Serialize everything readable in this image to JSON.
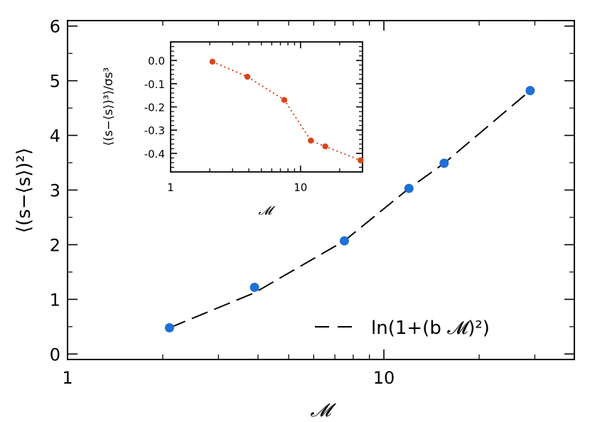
{
  "chart_data": [
    {
      "type": "scatter",
      "xscale": "log",
      "xlim": [
        1,
        40
      ],
      "ylim": [
        -0.1,
        6.1
      ],
      "xlabel": "𝓜",
      "ylabel": "⟨(s−⟨s⟩)²⟩",
      "xticks": [
        1,
        10
      ],
      "xtick_labels": [
        "1",
        "10"
      ],
      "yticks": [
        0,
        1,
        2,
        3,
        4,
        5,
        6
      ],
      "ytick_labels": [
        "0",
        "1",
        "2",
        "3",
        "4",
        "5",
        "6"
      ],
      "grid": false,
      "legend_position": "bottom-right",
      "series": [
        {
          "kind": "points",
          "color": "#1f6fd6",
          "x": [
            2.1,
            3.9,
            7.5,
            12,
            15.5,
            29
          ],
          "y": [
            0.48,
            1.22,
            2.07,
            3.03,
            3.49,
            4.82
          ]
        },
        {
          "name": "ln(1+(b 𝓜)²)",
          "kind": "dashed-line",
          "color": "#000000",
          "x": [
            2.1,
            3.9,
            7.5,
            12,
            15.5,
            29
          ],
          "y": [
            0.48,
            1.12,
            2.07,
            3.03,
            3.49,
            4.82
          ]
        }
      ]
    },
    {
      "type": "line",
      "xscale": "log",
      "xlim": [
        1,
        30
      ],
      "ylim": [
        -0.48,
        0.08
      ],
      "xlabel": "𝓜",
      "ylabel": "⟨(s−⟨s⟩)³⟩/σs³",
      "xticks": [
        1,
        10
      ],
      "xtick_labels": [
        "1",
        "10"
      ],
      "yticks": [
        0.0,
        -0.1,
        -0.2,
        -0.3,
        -0.4
      ],
      "ytick_labels": [
        "0.0",
        "-0.1",
        "-0.2",
        "-0.3",
        "-0.4"
      ],
      "grid": false,
      "series": [
        {
          "kind": "dotted-points",
          "color": "#d9441a",
          "x": [
            2.1,
            3.9,
            7.5,
            12,
            15.5,
            29
          ],
          "y": [
            -0.005,
            -0.07,
            -0.17,
            -0.345,
            -0.37,
            -0.43
          ]
        }
      ]
    }
  ]
}
